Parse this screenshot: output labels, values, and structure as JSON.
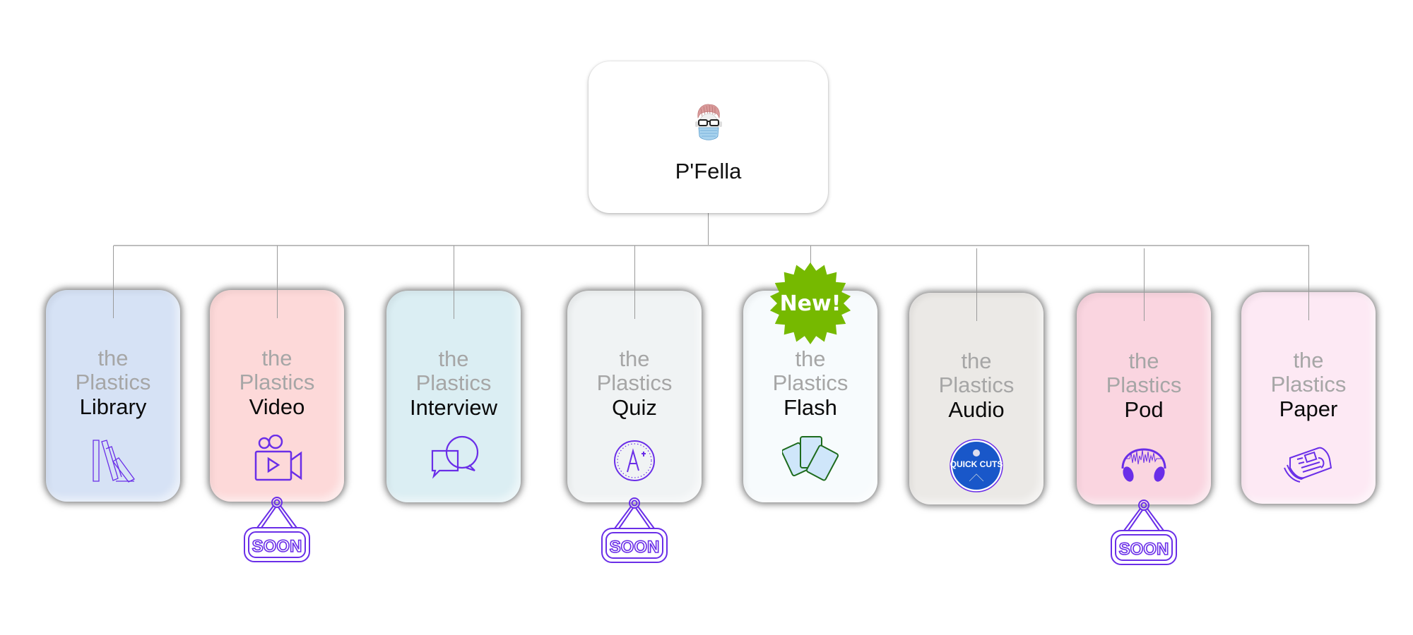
{
  "root": {
    "name": "P'Fella",
    "avatar_icon": "masked-man-avatar-icon"
  },
  "cards": [
    {
      "prefix1": "the",
      "prefix2": "Plastics",
      "title": "Library",
      "icon": "books-icon",
      "bg": "#d6e2f5",
      "soon": false,
      "new": false
    },
    {
      "prefix1": "the",
      "prefix2": "Plastics",
      "title": "Video",
      "icon": "video-camera-icon",
      "bg": "#fdd9d9",
      "soon": true,
      "new": false
    },
    {
      "prefix1": "the",
      "prefix2": "Plastics",
      "title": "Interview",
      "icon": "chat-bubbles-icon",
      "bg": "#dbeef3",
      "soon": false,
      "new": false
    },
    {
      "prefix1": "the",
      "prefix2": "Plastics",
      "title": "Quiz",
      "icon": "a-plus-grade-icon",
      "bg": "#f0f3f4",
      "soon": true,
      "new": false
    },
    {
      "prefix1": "the",
      "prefix2": "Plastics",
      "title": "Flash",
      "icon": "flash-cards-icon",
      "bg": "#f7fbfd",
      "soon": false,
      "new": true
    },
    {
      "prefix1": "the",
      "prefix2": "Plastics",
      "title": "Audio",
      "icon": "quick-cuts-logo-icon",
      "bg": "#ebe9e6",
      "soon": false,
      "new": false
    },
    {
      "prefix1": "the",
      "prefix2": "Plastics",
      "title": "Pod",
      "icon": "headphones-icon",
      "bg": "#fad5e0",
      "soon": true,
      "new": false
    },
    {
      "prefix1": "the",
      "prefix2": "Plastics",
      "title": "Paper",
      "icon": "newspaper-icon",
      "bg": "#fde9f4",
      "soon": false,
      "new": false
    }
  ],
  "badges": {
    "soon_label": "SOON",
    "new_label": "New!",
    "new_color": "#76b900",
    "accent_color": "#6a2ee8"
  },
  "quick_cuts": {
    "title": "QUICK CUTS"
  }
}
